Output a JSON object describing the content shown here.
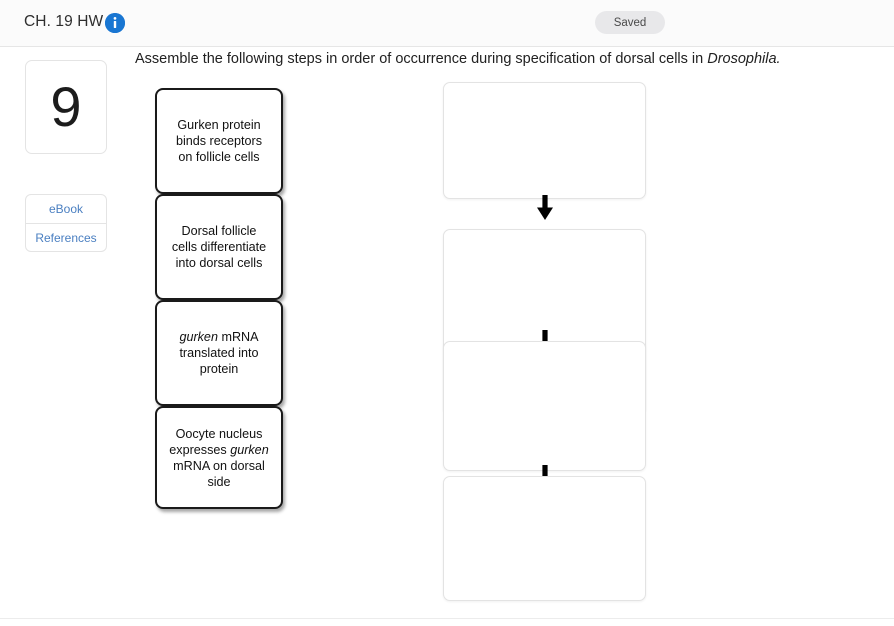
{
  "header": {
    "title": "CH. 19 HW",
    "info_icon": "info-icon",
    "status_badge": "Saved",
    "accent_blue": "#1976d2",
    "badge_bg": "#e8e8ea"
  },
  "question": {
    "number": "9",
    "prompt_prefix": "Assemble the following steps in order of occurrence during specification of dorsal cells in ",
    "prompt_italic": "Drosophila."
  },
  "resources": {
    "ebook_label": "eBook",
    "references_label": "References",
    "link_color": "#4a7fc1"
  },
  "step_cards": [
    {
      "id": "gurken-protein-binds-receptors",
      "lines": [
        {
          "text": "Gurken protein",
          "italic": false
        },
        {
          "text": "binds receptors",
          "italic": false
        },
        {
          "text": "on follicle cells",
          "italic": false
        }
      ]
    },
    {
      "id": "dorsal-follicle-cells-differentiate",
      "lines": [
        {
          "text": "Dorsal follicle",
          "italic": false
        },
        {
          "text": "cells differentiate",
          "italic": false
        },
        {
          "text": "into dorsal cells",
          "italic": false
        }
      ]
    },
    {
      "id": "gurken-mrna-translated",
      "lines": [
        {
          "text": "gurken",
          "italic": true
        },
        {
          "text": " mRNA",
          "italic": false
        },
        {
          "text": "translated into",
          "italic": false
        },
        {
          "text": "protein",
          "italic": false
        }
      ]
    },
    {
      "id": "oocyte-nucleus-expresses-gurken",
      "lines": [
        {
          "text": "Oocyte nucleus",
          "italic": false
        },
        {
          "text": "expresses ",
          "italic": false
        },
        {
          "text": "gurken",
          "italic": true
        },
        {
          "text": "mRNA on dorsal",
          "italic": false
        },
        {
          "text": "side",
          "italic": false
        }
      ]
    }
  ],
  "drop_zones": [
    {
      "id": "drop-zone-1",
      "content": ""
    },
    {
      "id": "drop-zone-2",
      "content": ""
    },
    {
      "id": "drop-zone-3",
      "content": ""
    },
    {
      "id": "drop-zone-4",
      "content": ""
    }
  ],
  "connectors": [
    {
      "id": "arrow-down-1"
    },
    {
      "id": "arrow-down-2"
    },
    {
      "id": "arrow-down-3"
    }
  ]
}
